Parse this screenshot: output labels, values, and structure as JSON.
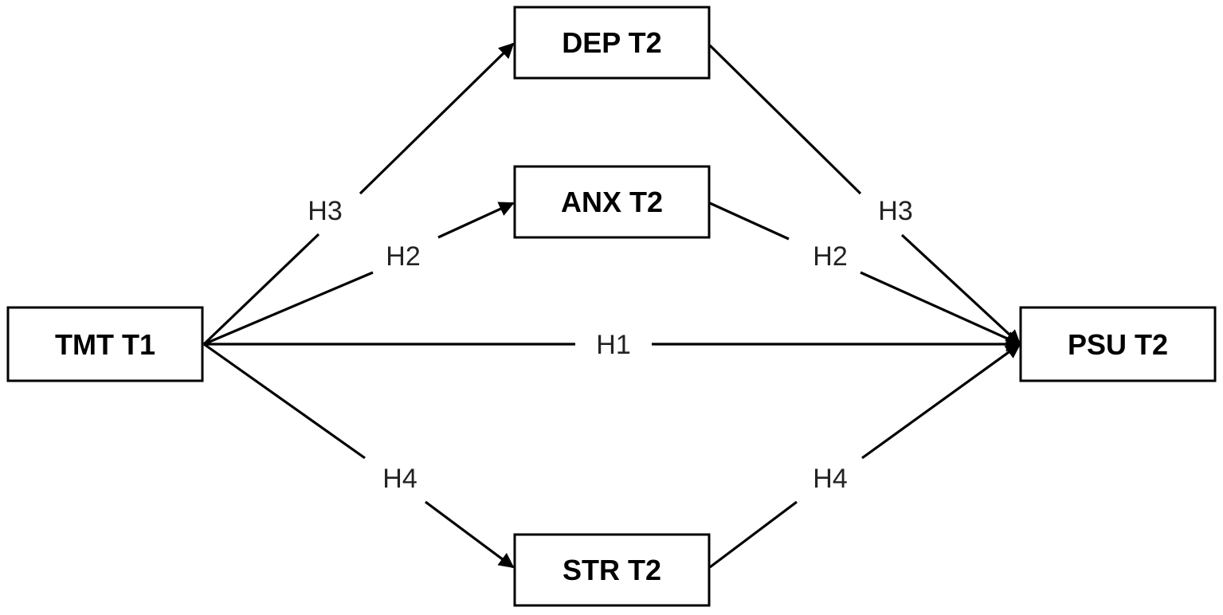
{
  "nodes": {
    "tmt_t1": "TMT T1",
    "dep_t2": "DEP T2",
    "anx_t2": "ANX T2",
    "str_t2": "STR T2",
    "psu_t2": "PSU T2"
  },
  "edges": {
    "h1_direct": "H1",
    "h2_tmt_to_anx": "H2",
    "h2_anx_to_psu": "H2",
    "h3_tmt_to_dep": "H3",
    "h3_dep_to_psu": "H3",
    "h4_tmt_to_str": "H4",
    "h4_str_to_psu": "H4"
  }
}
